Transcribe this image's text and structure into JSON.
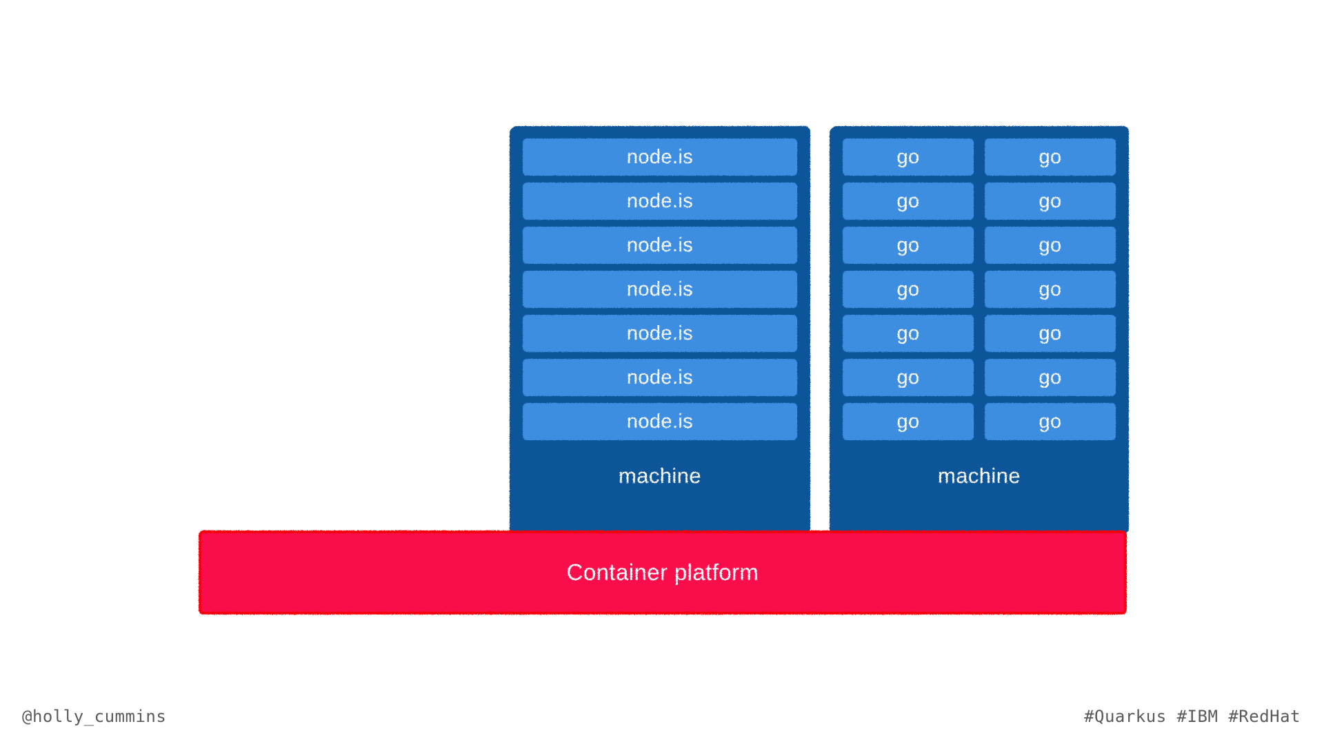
{
  "slide": {
    "background_color": "#ffffff",
    "colors": {
      "machine_fill": "#0F5499",
      "app_fill": "#3C8DE0",
      "platform_fill": "#FA0A4B",
      "platform_border": "#F5000E",
      "text_on_fill": "#ffffff",
      "footer_text": "#5a5a5a"
    }
  },
  "machines": [
    {
      "name_label": "machine",
      "columns": 1,
      "apps": [
        {
          "label": "node.is"
        },
        {
          "label": "node.is"
        },
        {
          "label": "node.is"
        },
        {
          "label": "node.is"
        },
        {
          "label": "node.is"
        },
        {
          "label": "node.is"
        },
        {
          "label": "node.is"
        }
      ]
    },
    {
      "name_label": "machine",
      "columns": 2,
      "rows": [
        {
          "left": "go",
          "right": "go"
        },
        {
          "left": "go",
          "right": "go"
        },
        {
          "left": "go",
          "right": "go"
        },
        {
          "left": "go",
          "right": "go"
        },
        {
          "left": "go",
          "right": "go"
        },
        {
          "left": "go",
          "right": "go"
        },
        {
          "left": "go",
          "right": "go"
        }
      ]
    }
  ],
  "platform": {
    "label": "Container platform"
  },
  "footer": {
    "left": "@holly_cummins",
    "right": "#Quarkus #IBM #RedHat"
  }
}
